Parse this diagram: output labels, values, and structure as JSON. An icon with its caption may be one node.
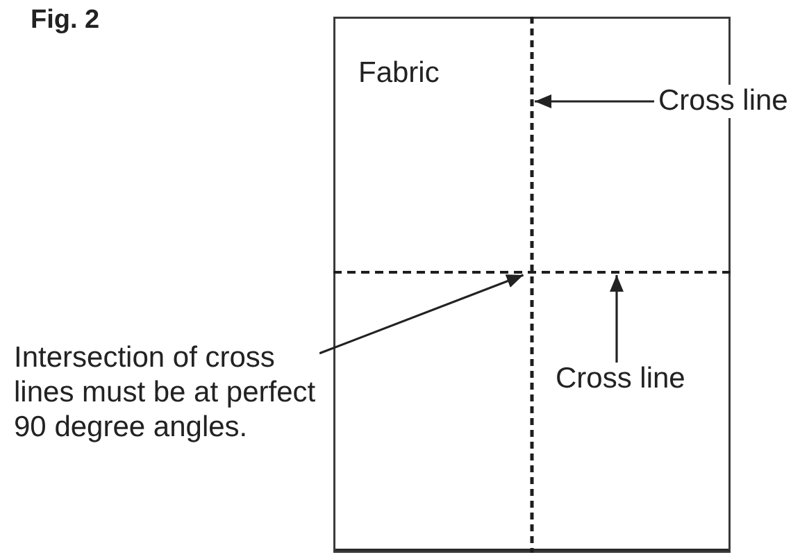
{
  "diagram": {
    "title": "Fig. 2",
    "nodes": [
      {
        "text": [
          "Fabric"
        ]
      },
      {
        "text": [],
        "shape": "line",
        "in": 0
      },
      {
        "text": [],
        "shape": "line",
        "in": 0
      },
      {
        "text": [
          "Cross line"
        ]
      },
      {
        "text": [
          "Intersection of cross lines must be at perfect 90 degree angles."
        ]
      },
      {
        "text": [
          "Cross line"
        ],
        "in": 0
      }
    ],
    "edges": [
      {
        "from": 3,
        "to": 1,
        "arrow": "to"
      },
      {
        "from": 4,
        "to": 2,
        "arrow": "to"
      },
      {
        "from": 5,
        "to": 2,
        "arrow": "to"
      }
    ]
  }
}
